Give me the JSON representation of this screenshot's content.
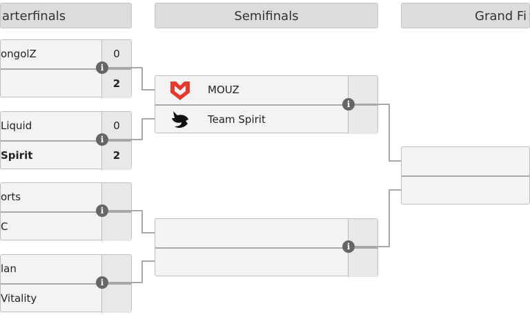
{
  "headers": {
    "quarterfinals": "arterfinals",
    "semifinals": "Semifinals",
    "grand_final": "Grand Fi"
  },
  "quarterfinals": [
    {
      "team1": "ongolZ",
      "score1": "0",
      "team2": "",
      "score2": "2"
    },
    {
      "team1": "Liquid",
      "score1": "0",
      "team2": "Spirit",
      "score2": "2"
    },
    {
      "team1": "orts",
      "score1": "",
      "team2": "C",
      "score2": ""
    },
    {
      "team1": "lan",
      "score1": "",
      "team2": "Vitality",
      "score2": ""
    }
  ],
  "semifinals": [
    {
      "team1": "MOUZ",
      "team1_logo": "mouz-logo",
      "team2": "Team Spirit",
      "team2_logo": "team-spirit-logo"
    },
    {
      "team1": "",
      "team2": ""
    }
  ],
  "colors": {
    "connector": "#a8a8a8",
    "info": "#666666",
    "mouz": "#e63a2e"
  }
}
